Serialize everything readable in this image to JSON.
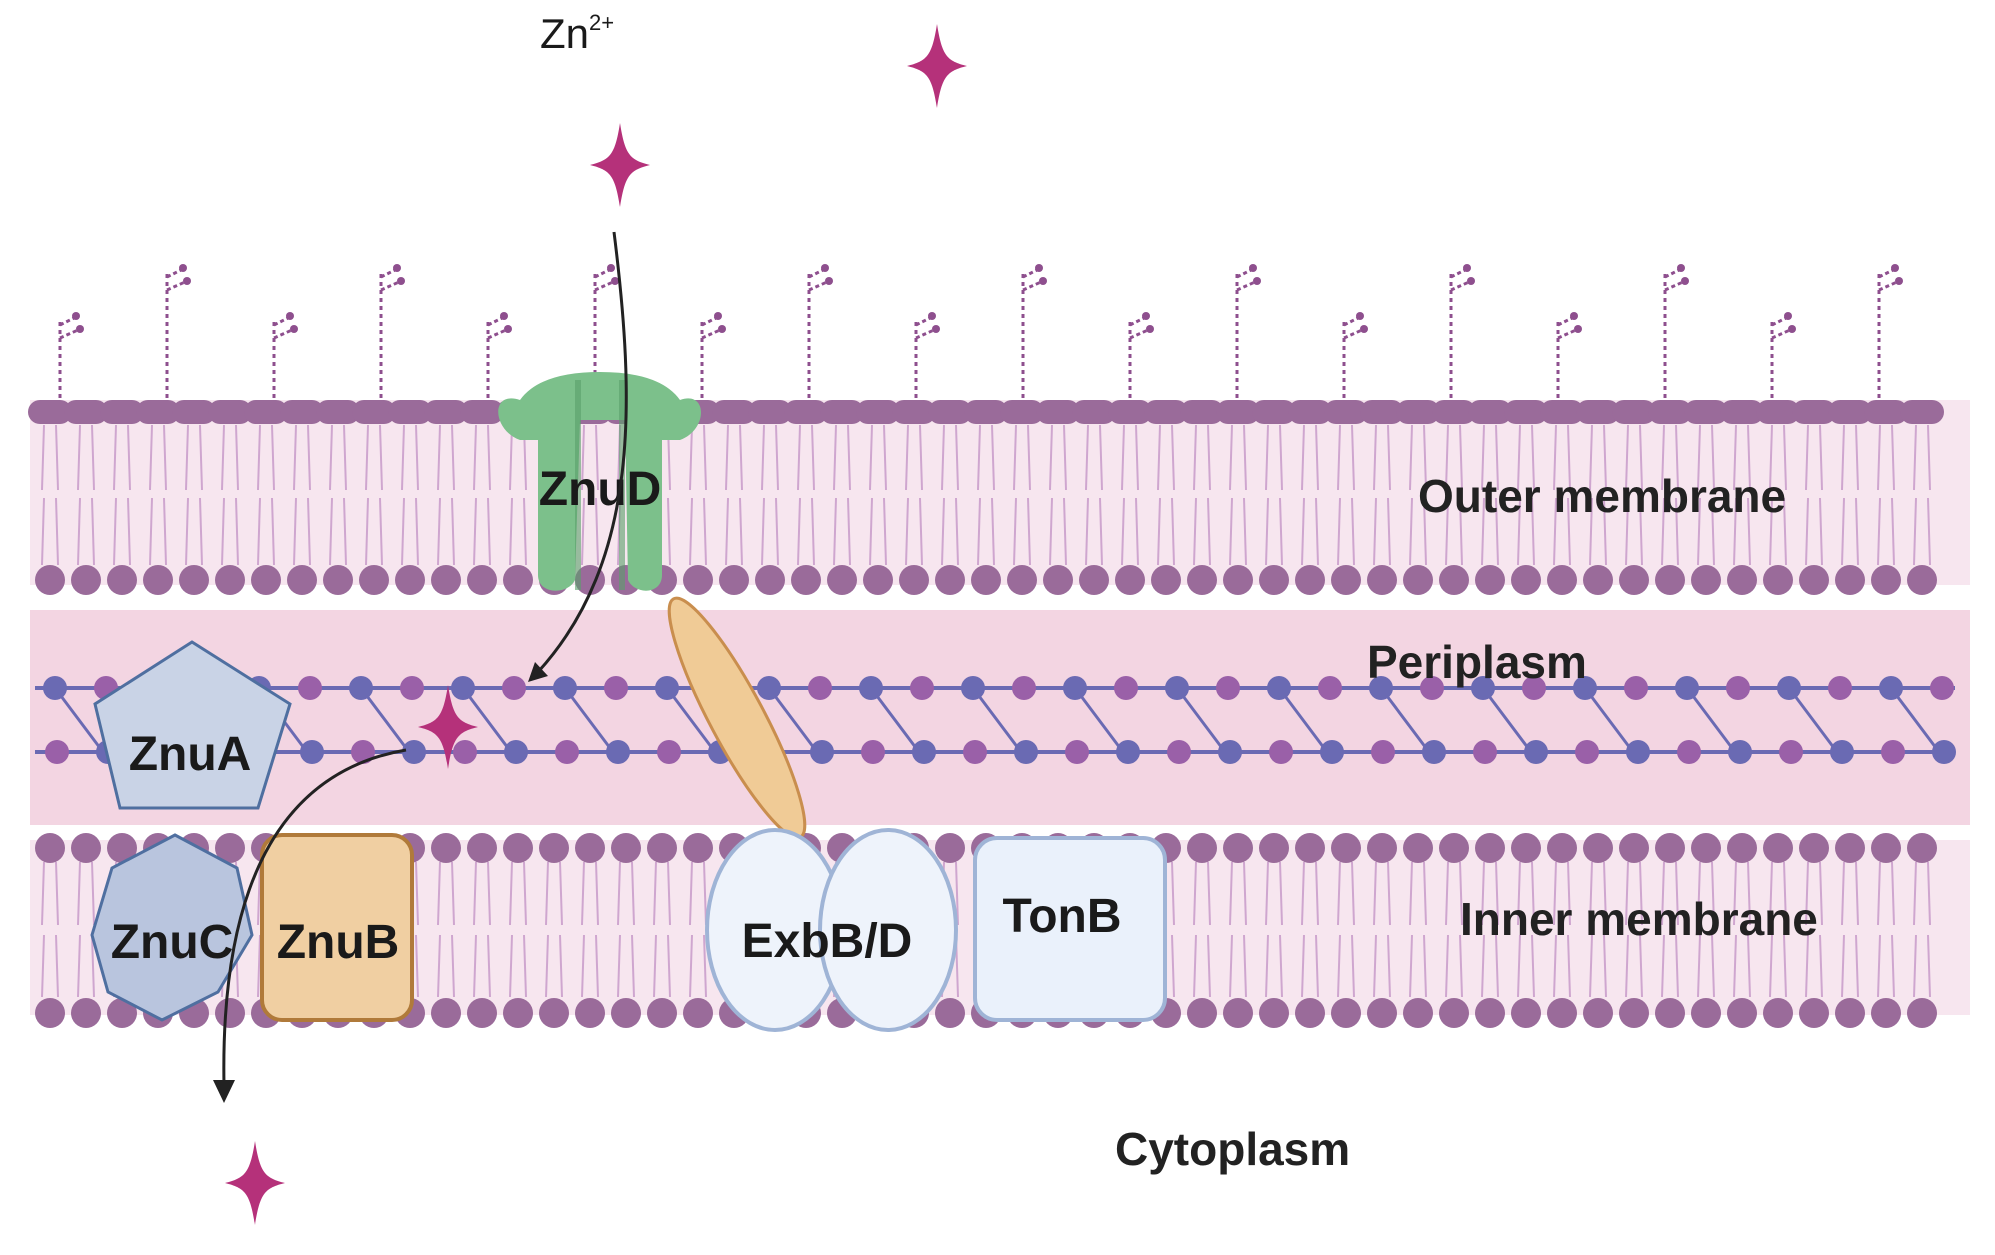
{
  "ion": {
    "name": "Zn",
    "charge": "2+"
  },
  "regions": {
    "outer_membrane": "Outer membrane",
    "periplasm": "Periplasm",
    "inner_membrane": "Inner membrane",
    "cytoplasm": "Cytoplasm"
  },
  "proteins": {
    "znud": "ZnuD",
    "znua": "ZnuA",
    "znuc": "ZnuC",
    "znub": "ZnuB",
    "exbbd": "ExbB/D",
    "tonb": "TonB"
  },
  "colors": {
    "lipid_head": "#9a6b9a",
    "lipid_tail": "#cfa6cf",
    "membrane_fill": "#f7e6ef",
    "periplasm_fill": "#f3d5e2",
    "peptidoglycan_blue": "#6a6ab3",
    "peptidoglycan_purple": "#9a60a8",
    "lps": "#8e4f8e",
    "zinc_ion": "#b5317a",
    "znud_fill": "#7cc08b",
    "znua_fill": "#c9d3e6",
    "znuc_fill": "#b9c5de",
    "znub_fill": "#f0cfa2",
    "exb_fill": "#eef3fb",
    "tonb_fill": "#eaf1fb",
    "tonb_linker": "#f0cb96",
    "arrow": "#222222"
  }
}
